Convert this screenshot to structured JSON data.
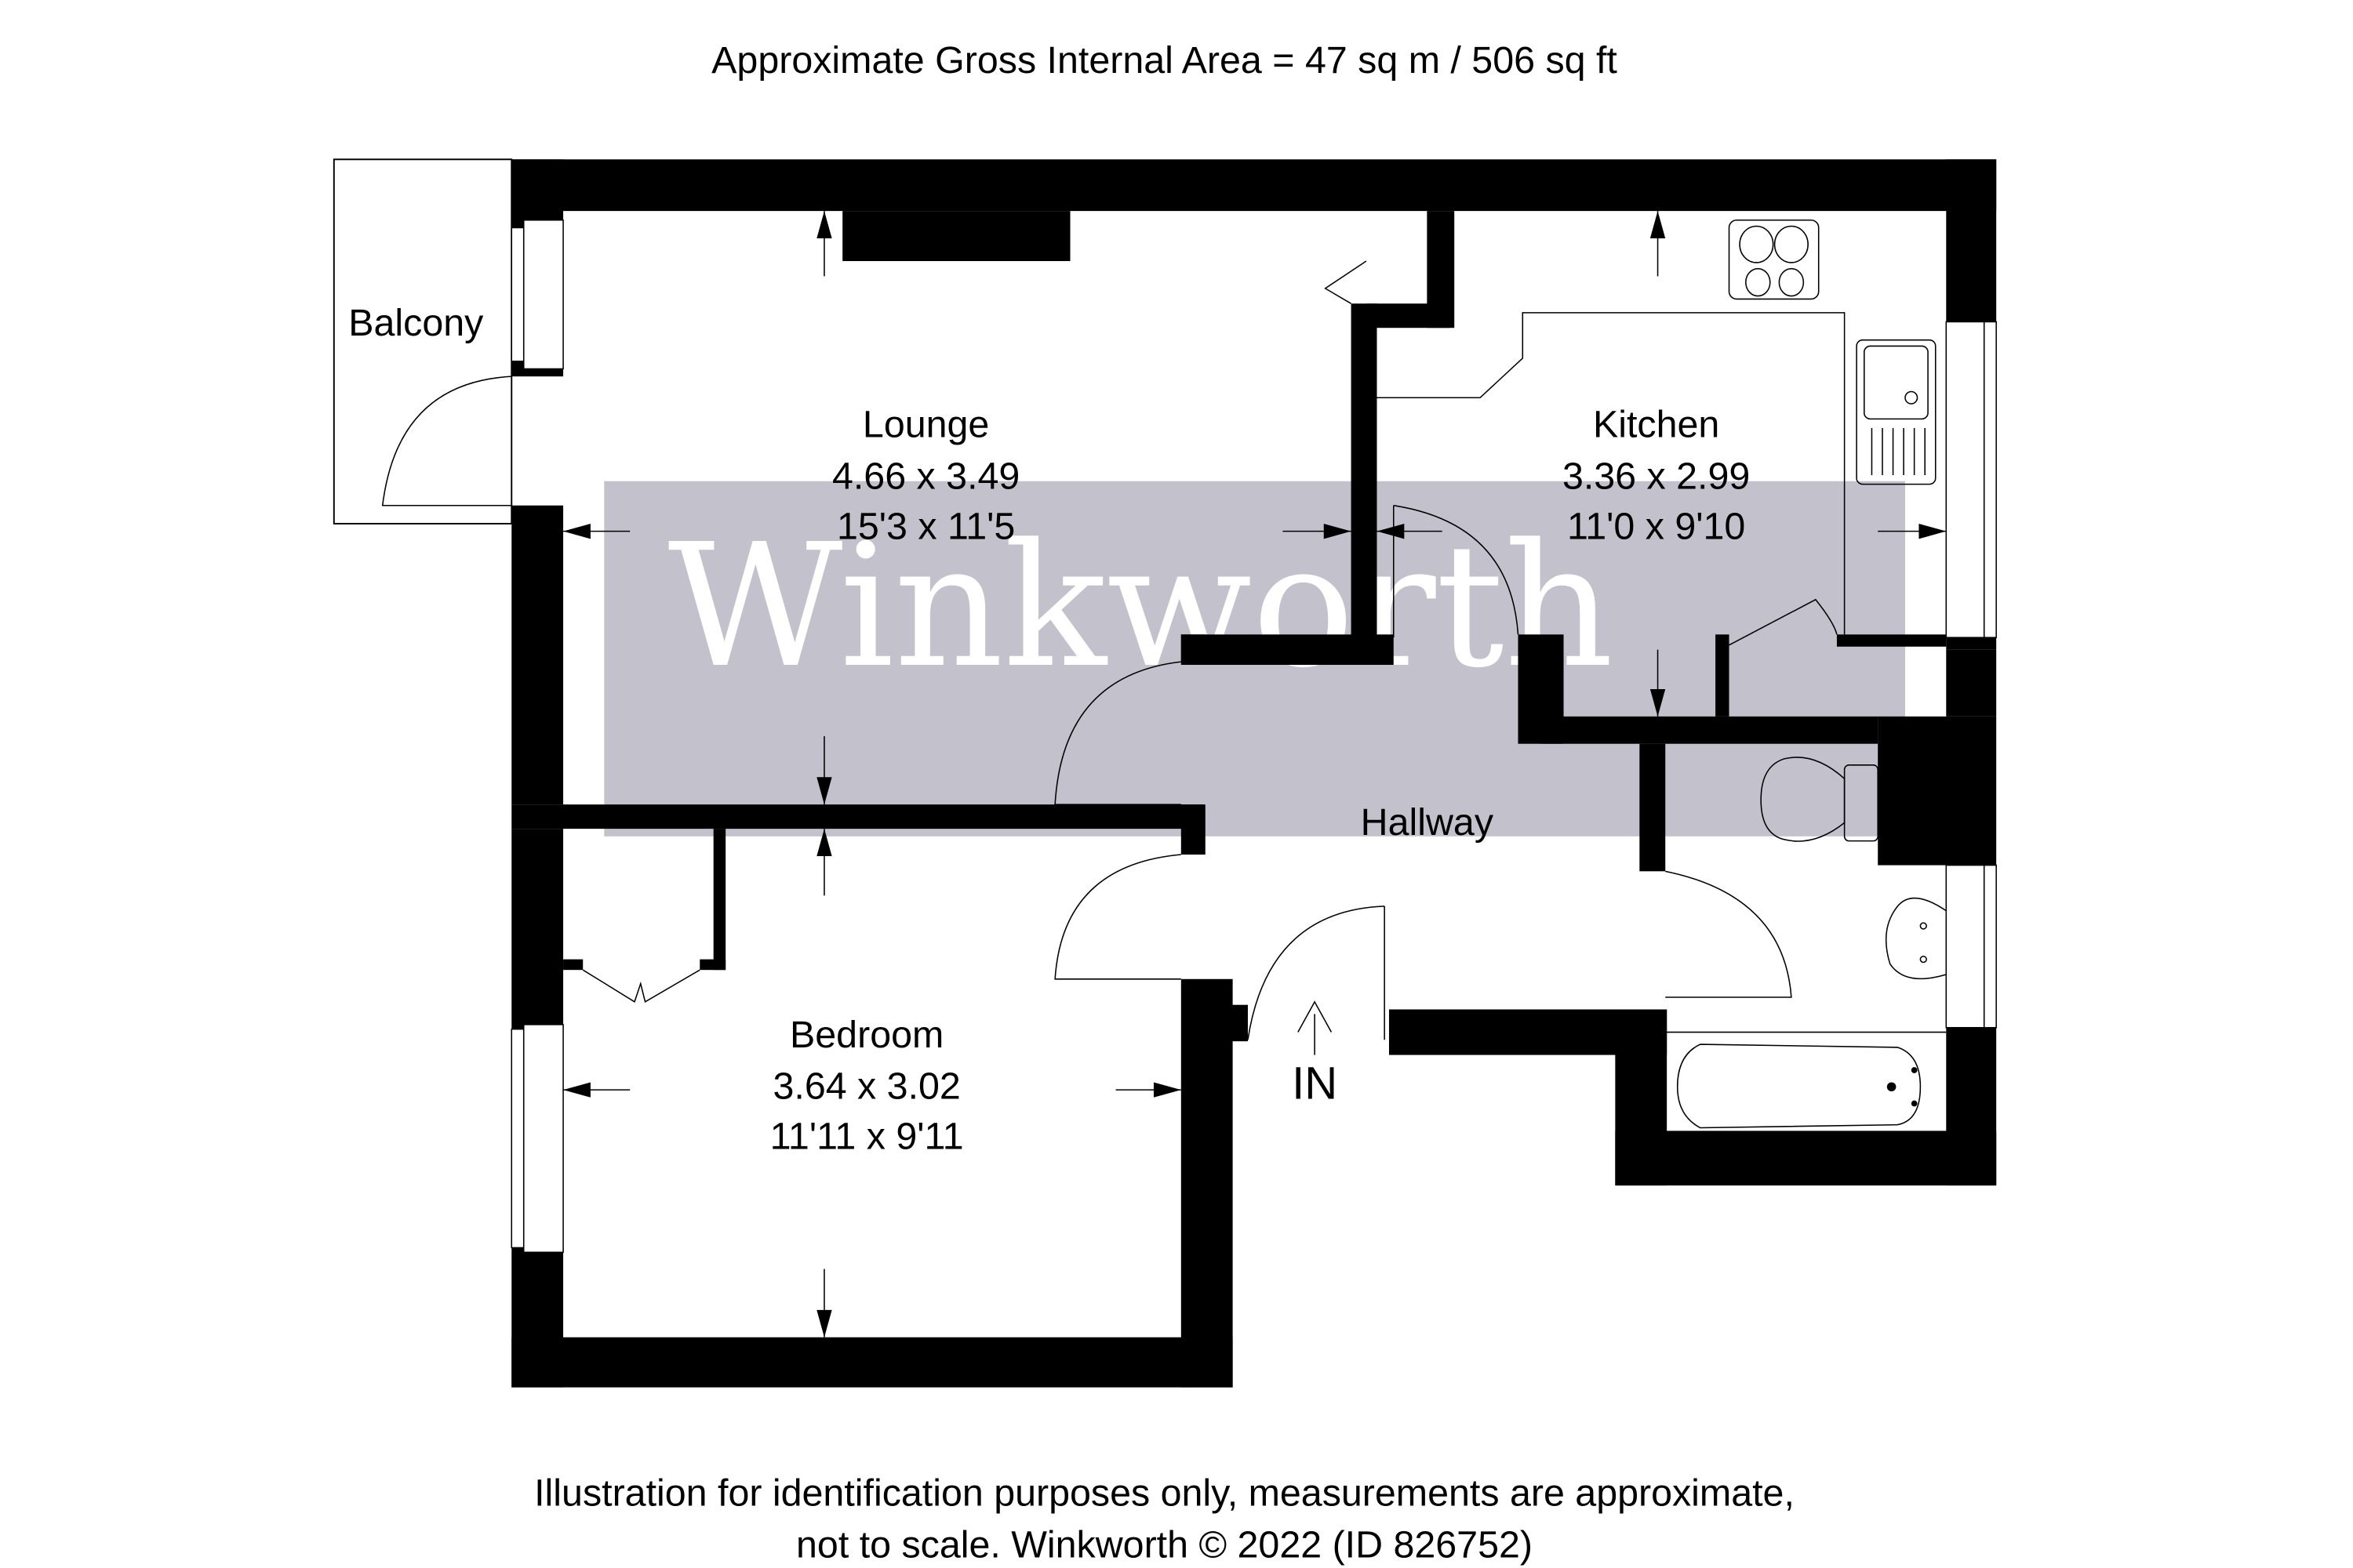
{
  "header": {
    "area_text": "Approximate Gross Internal Area = 47 sq m / 506 sq ft"
  },
  "watermark": {
    "text": "Winkworth",
    "band_color": "#c3c1cc"
  },
  "rooms": {
    "balcony": {
      "name": "Balcony"
    },
    "lounge": {
      "name": "Lounge",
      "metric": "4.66 x 3.49",
      "imperial": "15'3 x 11'5"
    },
    "kitchen": {
      "name": "Kitchen",
      "metric": "3.36 x 2.99",
      "imperial": "11'0 x 9'10"
    },
    "hallway": {
      "name": "Hallway"
    },
    "bedroom": {
      "name": "Bedroom",
      "metric": "3.64 x 3.02",
      "imperial": "11'11 x 9'11"
    }
  },
  "entrance": {
    "label": "IN"
  },
  "footer": {
    "line1": "Illustration for identification purposes only, measurements are approximate,",
    "line2": "not to scale. Winkworth © 2022 (ID 826752)"
  },
  "colors": {
    "wall": "#000000",
    "background": "#ffffff"
  }
}
